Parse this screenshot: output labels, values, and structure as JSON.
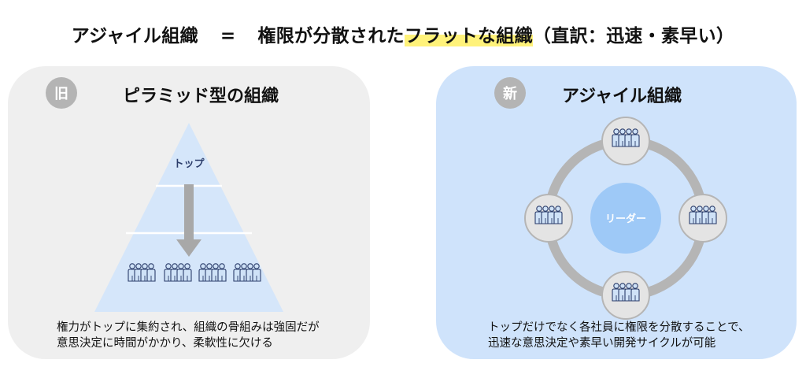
{
  "headline": {
    "left": "アジャイル組織",
    "equals": "=",
    "right_pre": "権限が分散された",
    "right_highlight": "フラットな組織",
    "right_note": "（直訳：迅速・素早い）"
  },
  "old_panel": {
    "badge": "旧",
    "title": "ピラミッド型の組織",
    "top_label": "トップ",
    "caption_lines": [
      "権力がトップに集約され、組織の骨組みは強固だが",
      "意思決定に時間がかかり、柔軟性に欠ける"
    ]
  },
  "new_panel": {
    "badge": "新",
    "title": "アジャイル組織",
    "leader_label": "リーダー",
    "caption_lines": [
      "トップだけでなく各社員に権限を分散することで、",
      "迅速な意思決定や素早い開発サイクルが可能"
    ]
  },
  "colors": {
    "old_panel_bg": "#efefef",
    "new_panel_bg": "#cfe3fb",
    "badge": "#b4b4b4",
    "pyramid": "#d5e6fa",
    "arrow": "#a8a8a8",
    "ring": "#b5b5b5",
    "leader_circle": "#9ec9f7",
    "person_fill": "#cfe2f7",
    "person_stroke": "#2b3d6b",
    "highlight": "#fff27a"
  },
  "icons": [
    "people-group-icon",
    "down-arrow-icon"
  ]
}
